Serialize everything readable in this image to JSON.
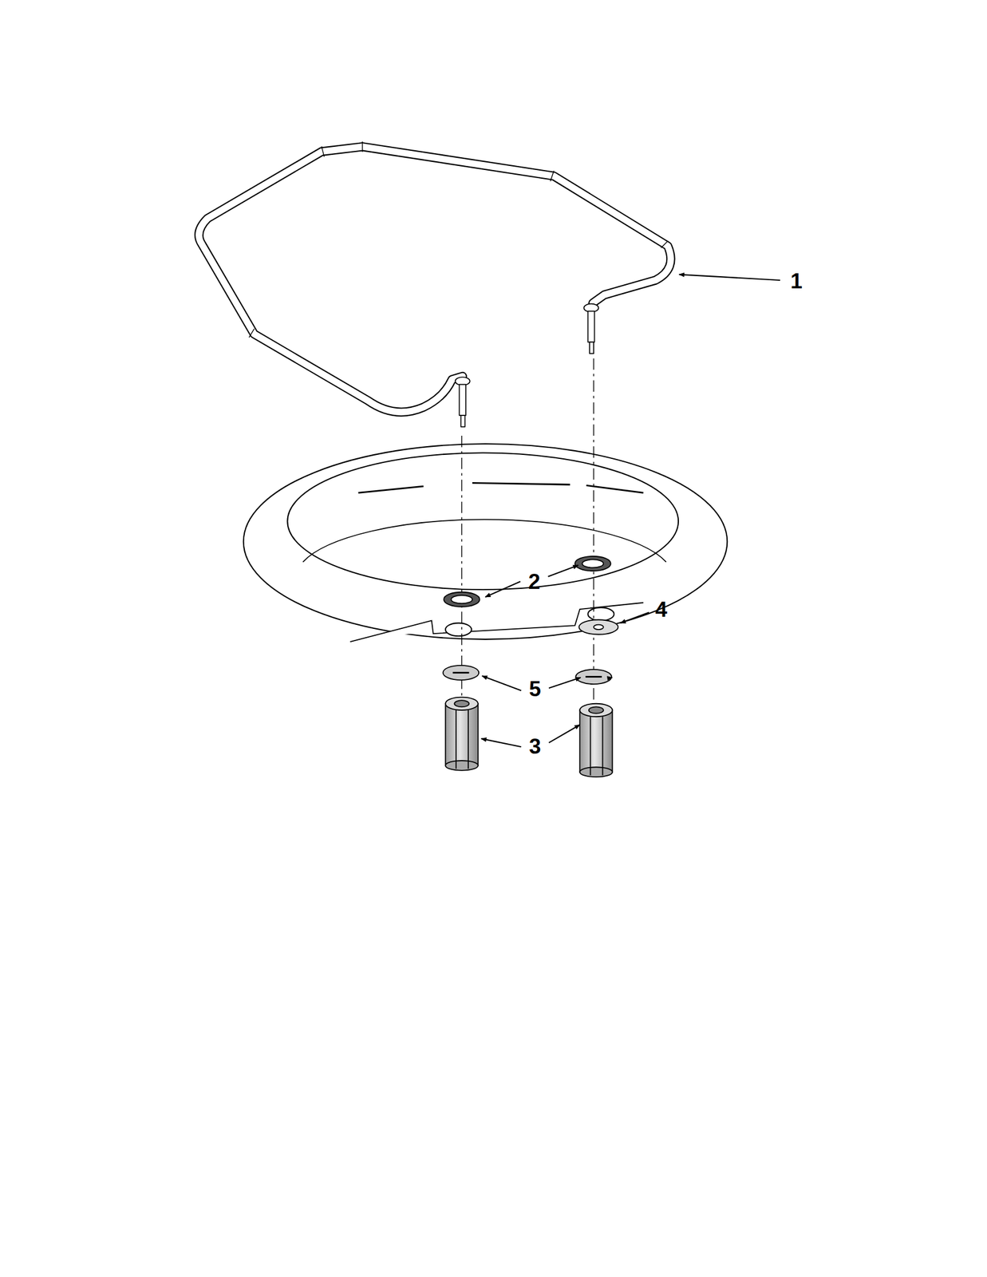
{
  "diagram": {
    "labels": [
      "1",
      "2",
      "4",
      "5",
      "3"
    ]
  }
}
